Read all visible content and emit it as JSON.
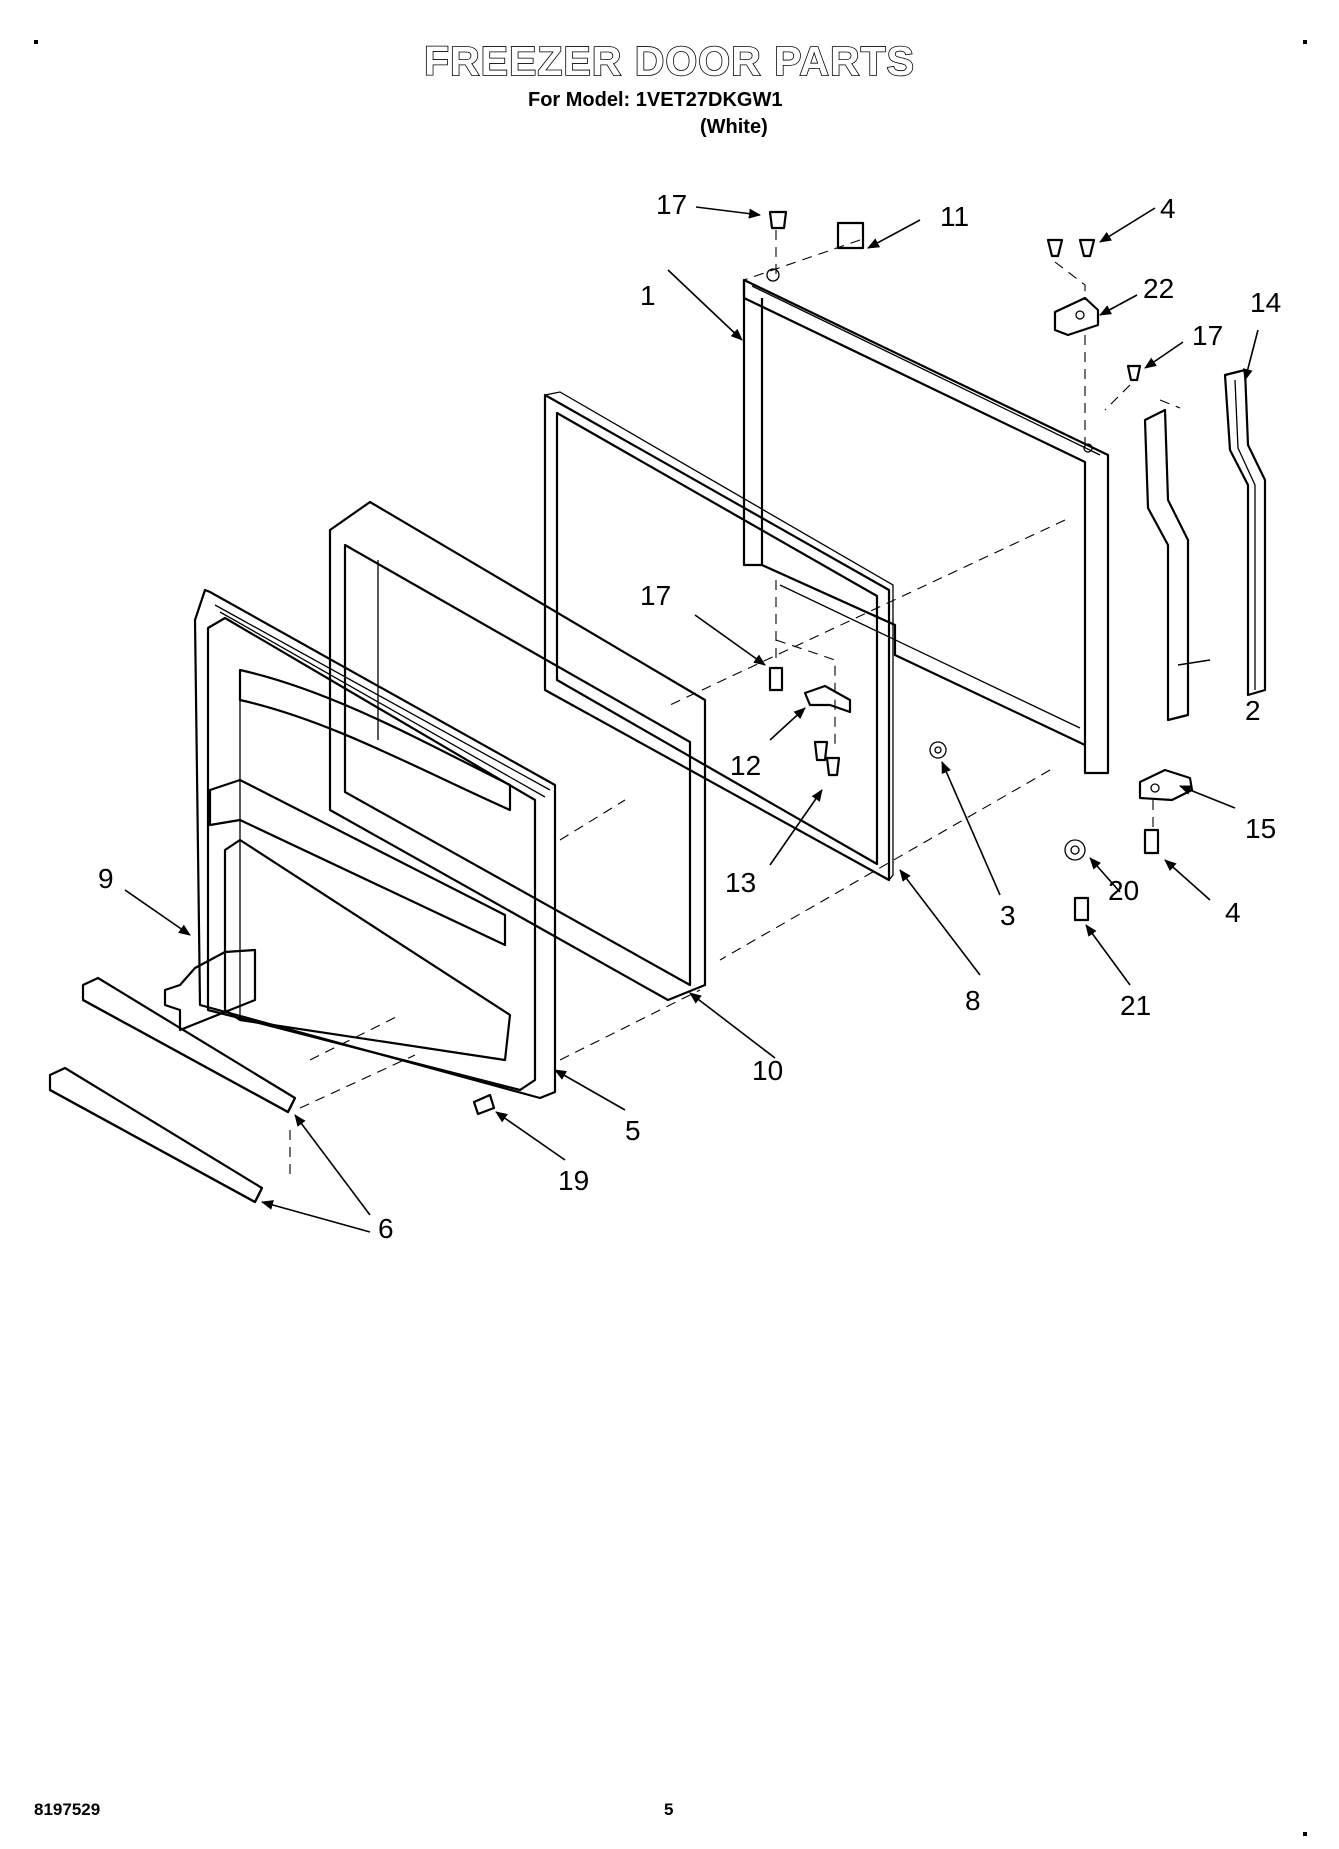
{
  "header": {
    "title": "FREEZER DOOR PARTS",
    "model_line": "For Model: 1VET27DKGW1",
    "color_line": "(White)"
  },
  "footer": {
    "document_number": "8197529",
    "page_number": "5"
  },
  "callouts": {
    "c1": "1",
    "c2": "2",
    "c3": "3",
    "c4a": "4",
    "c4b": "4",
    "c5": "5",
    "c6": "6",
    "c8": "8",
    "c9": "9",
    "c10": "10",
    "c11": "11",
    "c12": "12",
    "c13": "13",
    "c14": "14",
    "c15": "15",
    "c17a": "17",
    "c17b": "17",
    "c17c": "17",
    "c19": "19",
    "c20": "20",
    "c21": "21",
    "c22": "22"
  }
}
